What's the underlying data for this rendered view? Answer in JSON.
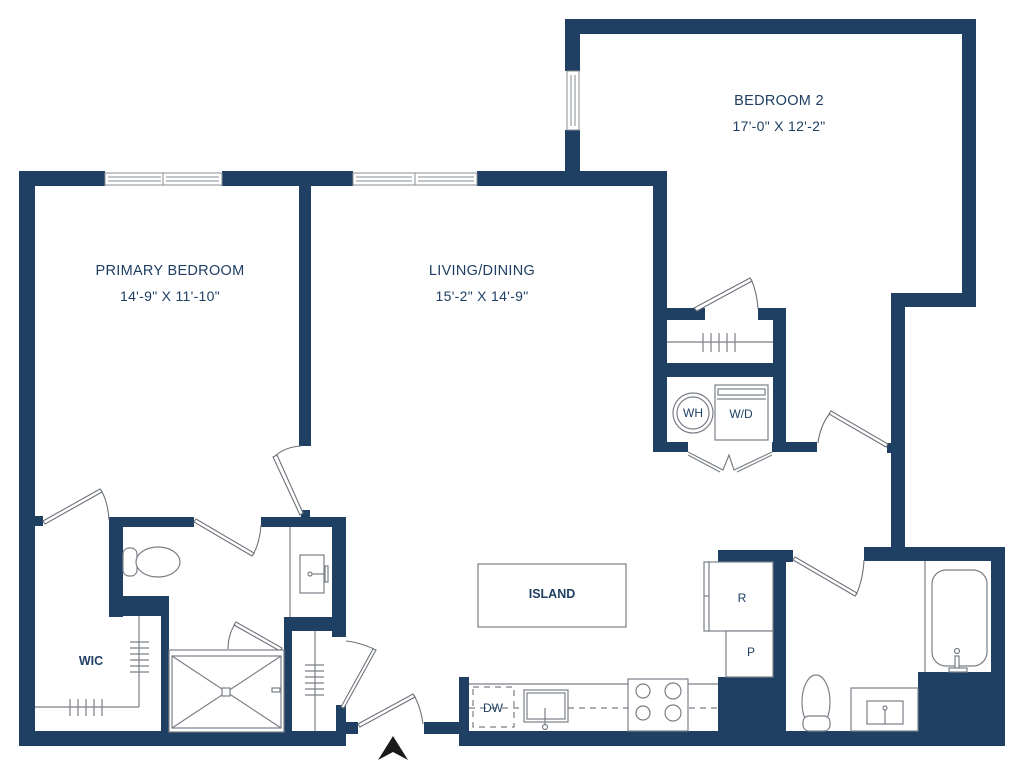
{
  "colors": {
    "wall": "#1f3f63",
    "label": "#1f3f63",
    "fixture_line": "#7a7f86",
    "background": "#ffffff"
  },
  "rooms": {
    "primary_bedroom": {
      "name": "PRIMARY BEDROOM",
      "dimensions": "14'-9\" X 11'-10\""
    },
    "living_dining": {
      "name": "LIVING/DINING",
      "dimensions": "15'-2\" X 14'-9\""
    },
    "bedroom_2": {
      "name": "BEDROOM 2",
      "dimensions": "17'-0\" X 12'-2\""
    },
    "wic": {
      "name": "WIC"
    }
  },
  "fixtures": {
    "island": "ISLAND",
    "water_heater": "WH",
    "washer_dryer": "W/D",
    "refrigerator": "R",
    "pantry": "P",
    "dishwasher": "DW"
  },
  "compass": {
    "icon": "north-arrow-icon",
    "direction": "entry"
  }
}
